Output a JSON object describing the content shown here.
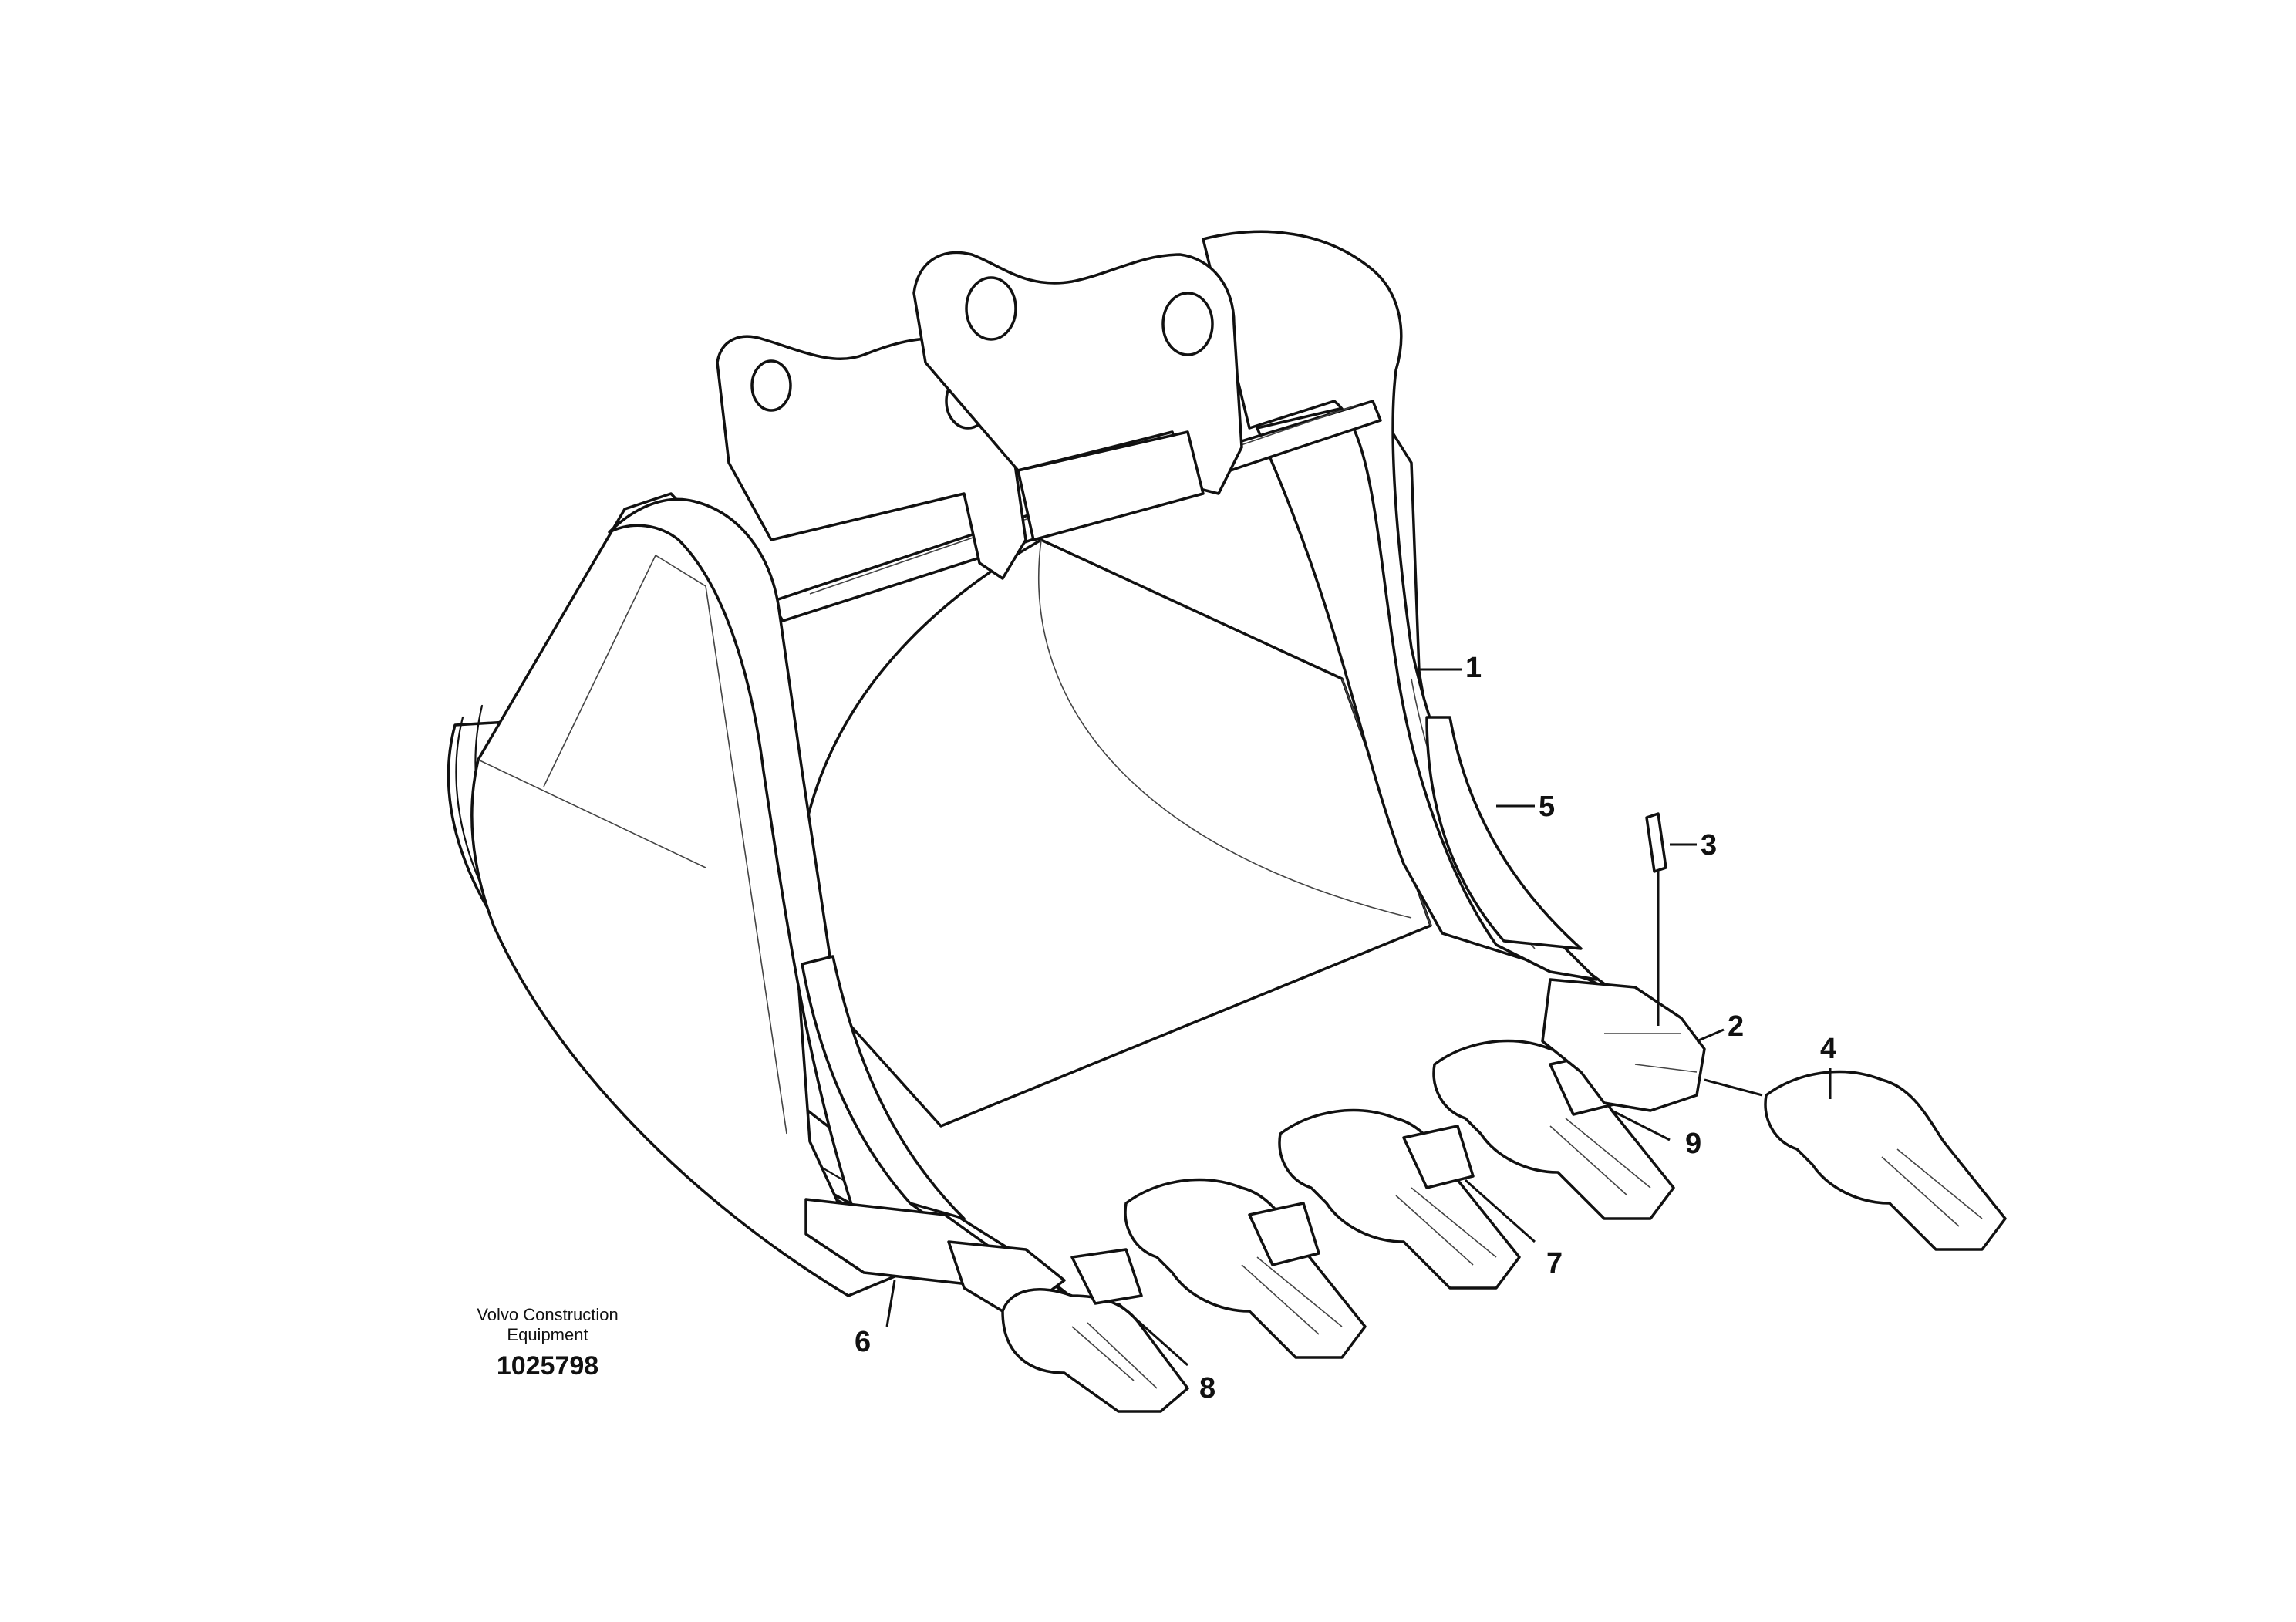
{
  "diagram": {
    "manufacturer_line1": "Volvo Construction",
    "manufacturer_line2": "Equipment",
    "drawing_number": "1025798",
    "callouts": {
      "c1": "1",
      "c2": "2",
      "c3": "3",
      "c4": "4",
      "c5": "5",
      "c6": "6",
      "c7": "7",
      "c8": "8",
      "c9": "9"
    }
  }
}
